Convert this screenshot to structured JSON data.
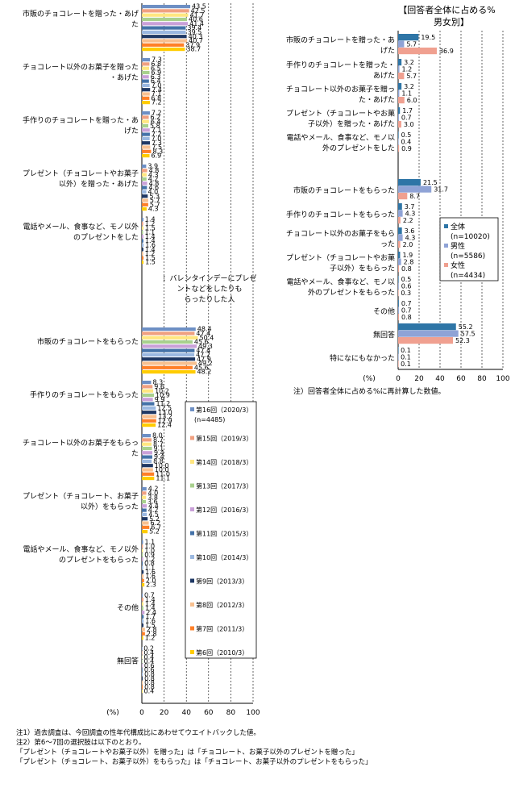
{
  "chart_data": [
    {
      "type": "bar",
      "orientation": "horizontal",
      "title": "",
      "unit_label": "(%)",
      "xlim": [
        0,
        100
      ],
      "ticks": [
        0,
        20,
        40,
        60,
        80,
        100
      ],
      "grid": true,
      "legend_position": "inside-right",
      "sections": [
        {
          "caption": "",
          "categories": [
            "市販のチョコレートを贈った・あげた",
            "チョコレート以外のお菓子を贈った・あげた",
            "手作りのチョコレートを贈った・あげた",
            "プレゼント（チョコレートやお菓子以外）を贈った・あげた",
            "電話やメール、食事など、モノ以外のプレゼントをした"
          ]
        },
        {
          "caption": "：バレンタインデーにプレゼントなどをしたりもらったりした人",
          "categories": [
            "市販のチョコレートをもらった",
            "手作りのチョコレートをもらった",
            "チョコレート以外のお菓子をもらった",
            "プレゼント（チョコレート、お菓子以外）をもらった",
            "電話やメール、食事など、モノ以外のプレゼントをもらった",
            "その他",
            "無回答"
          ]
        }
      ],
      "series": [
        {
          "name": "第16回（2020/3）",
          "sample": "(n=4485)",
          "color": "#6d8fc4",
          "values": [
            43.5,
            7.3,
            7.2,
            3.9,
            1.4,
            48.4,
            8.3,
            8.0,
            4.2,
            1.1,
            0.7,
            0.2
          ]
        },
        {
          "name": "第15回（2019/3）",
          "color": "#f0a080",
          "values": [
            42.5,
            6.8,
            6.2,
            4.8,
            1.2,
            47.4,
            9.6,
            8.7,
            4.0,
            1.0,
            1.4,
            0.4
          ]
        },
        {
          "name": "第14回（2018/3）",
          "color": "#ffe680",
          "values": [
            41.7,
            6.5,
            6.4,
            4.3,
            1.5,
            50.4,
            10.2,
            8.7,
            3.8,
            1.0,
            1.4,
            0.4
          ]
        },
        {
          "name": "第13回（2017/3）",
          "color": "#a8d08d",
          "values": [
            40.6,
            6.9,
            5.8,
            4.2,
            1.1,
            45.6,
            10.9,
            9.1,
            3.6,
            0.9,
            1.4,
            0.4
          ]
        },
        {
          "name": "第12回（2016/3）",
          "color": "#c9a0d8",
          "values": [
            41.4,
            6.3,
            7.1,
            4.8,
            1.4,
            49.3,
            9.9,
            9.4,
            4.4,
            1.2,
            2.4,
            0.6
          ]
        },
        {
          "name": "第11回（2015/3）",
          "color": "#4472a8",
          "values": [
            39.4,
            6.4,
            7.2,
            4.6,
            1.4,
            47.4,
            11.2,
            9.4,
            4.2,
            0.8,
            1.7,
            0.6
          ]
        },
        {
          "name": "第10回（2014/3）",
          "color": "#9bb8e0",
          "values": [
            39.5,
            7.0,
            7.0,
            4.0,
            1.6,
            47.2,
            12.5,
            8.8,
            4.5,
            1.1,
            1.6,
            0.8
          ]
        },
        {
          "name": "第9回（2013/3）",
          "color": "#1f3864",
          "values": [
            40.3,
            7.4,
            7.3,
            5.3,
            1.4,
            47.9,
            13.0,
            10.0,
            5.2,
            1.6,
            1.5,
            0.8
          ]
        },
        {
          "name": "第8回（2012/3）",
          "color": "#f8c090",
          "values": [
            40.7,
            7.1,
            7.5,
            5.7,
            1.2,
            49.2,
            13.2,
            10.0,
            6.2,
            1.6,
            2.8,
            0.8
          ]
        },
        {
          "name": "第7回（2011/3）",
          "color": "#ff7f27",
          "values": [
            37.9,
            6.8,
            8.3,
            5.7,
            1.5,
            45.6,
            12.9,
            11.0,
            6.7,
            2.0,
            2.8,
            0.8
          ]
        },
        {
          "name": "第6回（2010/3）",
          "color": "#ffcc00",
          "values": [
            38.7,
            7.2,
            6.9,
            4.3,
            1.5,
            48.2,
            12.4,
            11.1,
            5.2,
            2.3,
            1.2,
            0.4
          ]
        }
      ]
    },
    {
      "type": "bar",
      "orientation": "horizontal",
      "title": "【回答者全体に占める%　男女別】",
      "unit_label": "(%)",
      "xlim": [
        0,
        100
      ],
      "ticks": [
        0,
        20,
        40,
        60,
        80,
        100
      ],
      "grid": true,
      "legend_position": "inside-right",
      "note": "注）回答者全体に占める%に再計算した数値。",
      "categories": [
        "市販のチョコレートを贈った・あげた",
        "手作りのチョコレートを贈った・あげた",
        "チョコレート以外のお菓子を贈った・あげた",
        "プレゼント（チョコレートやお菓子以外）を贈った・あげた",
        "電話やメール、食事など、モノ以外のプレゼントをした",
        "市販のチョコレートをもらった",
        "手作りのチョコレートをもらった",
        "チョコレート以外のお菓子をもらった",
        "プレゼント（チョコレートやお菓子以外）をもらった",
        "電話やメール、食事など、モノ以外のプレゼントをもらった",
        "その他",
        "無回答",
        "特になにもなかった"
      ],
      "series": [
        {
          "name": "全体",
          "sample": "(n=10020)",
          "color": "#2e75a6",
          "values": [
            19.5,
            3.2,
            3.2,
            1.7,
            0.5,
            21.5,
            3.7,
            3.6,
            1.9,
            0.5,
            0.7,
            55.2,
            0.1
          ]
        },
        {
          "name": "男性",
          "sample": "(n=5586)",
          "color": "#8fa3d6",
          "values": [
            5.7,
            1.2,
            1.1,
            0.7,
            0.4,
            31.7,
            4.3,
            4.3,
            2.8,
            0.6,
            0.7,
            57.5,
            0.1
          ]
        },
        {
          "name": "女性",
          "sample": "(n=4434)",
          "color": "#f0a090",
          "values": [
            36.9,
            5.7,
            6.0,
            3.0,
            0.9,
            8.7,
            2.2,
            2.0,
            0.8,
            0.3,
            0.8,
            52.3,
            0.1
          ]
        }
      ]
    }
  ],
  "notes": [
    "注1）過去調査は、今回調査の性年代構成比にあわせてウエイトバックした値。",
    "注2）第6～7回の選択肢は以下のとおり。",
    "「プレゼント（チョコレートやお菓子以外）を贈った」は「チョコレート、お菓子以外のプレゼントを贈った」",
    "「プレゼント（チョコレート、お菓子以外）をもらった」は「チョコレート、お菓子以外のプレゼントをもらった」"
  ]
}
